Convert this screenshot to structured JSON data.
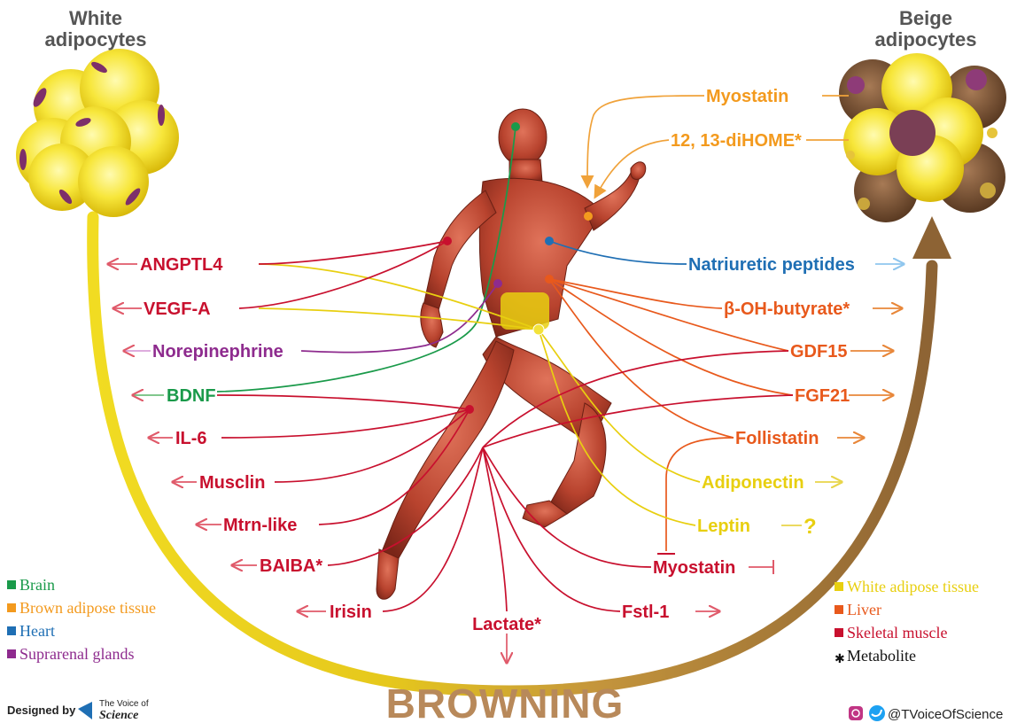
{
  "headers": {
    "white_line1": "White",
    "white_line2": "adipocytes",
    "beige_line1": "Beige",
    "beige_line2": "adipocytes"
  },
  "title": "BROWNING",
  "colors": {
    "brain": "#1a9a4a",
    "brown_adipose": "#f39a1e",
    "heart": "#1f6fb4",
    "suprarenal": "#8e2b8e",
    "white_adipose": "#e8cf10",
    "liver": "#e8591c",
    "skeletal_muscle": "#c8102e",
    "metabolite": "#111111",
    "title": "#b8895a"
  },
  "labels": {
    "angptl4": "ANGPTL4",
    "vegfa": "VEGF-A",
    "norepinephrine": "Norepinephrine",
    "bdnf": "BDNF",
    "il6": "IL-6",
    "musclin": "Musclin",
    "mtrn_like": "Mtrn-like",
    "baiba": "BAIBA*",
    "irisin": "Irisin",
    "lactate": "Lactate*",
    "fstl1": "Fstl-1",
    "myostatin_bottom": "Myostatin",
    "leptin": "Leptin",
    "leptin_q": "?",
    "adiponectin": "Adiponectin",
    "follistatin": "Follistatin",
    "fgf21": "FGF21",
    "gdf15": "GDF15",
    "beta_oh": "β-OH-butyrate*",
    "natriuretic": "Natriuretic peptides",
    "myostatin_top": "Myostatin",
    "dihome": "12, 13-diHOME*"
  },
  "legend_left": [
    {
      "label": "Brain",
      "color": "#1a9a4a"
    },
    {
      "label": "Brown adipose tissue",
      "color": "#f39a1e"
    },
    {
      "label": "Heart",
      "color": "#1f6fb4"
    },
    {
      "label": "Suprarenal glands",
      "color": "#8e2b8e"
    }
  ],
  "legend_right": [
    {
      "label": "White adipose tissue",
      "color": "#e8cf10",
      "marker": "square"
    },
    {
      "label": "Liver",
      "color": "#e8591c",
      "marker": "square"
    },
    {
      "label": "Skeletal muscle",
      "color": "#c8102e",
      "marker": "square"
    },
    {
      "label": "Metabolite",
      "color": "#111111",
      "marker": "asterisk"
    }
  ],
  "credit": {
    "prefix": "Designed by",
    "brand_line1": "The Voice of",
    "brand_line2": "Science"
  },
  "social": {
    "handle": "@TVoiceOfScience",
    "icons": [
      "instagram-icon",
      "twitter-icon"
    ]
  }
}
